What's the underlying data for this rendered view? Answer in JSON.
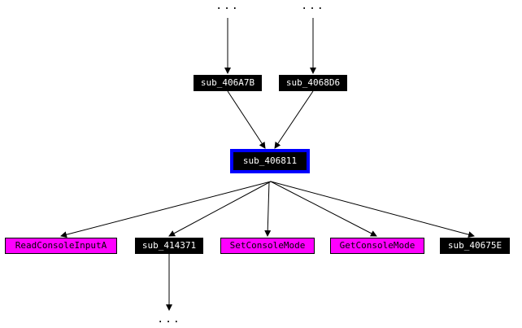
{
  "graph": {
    "current_node": "sub_406811",
    "callers": [
      {
        "id": "sub_406A7B",
        "label": "sub_406A7B",
        "kind": "function"
      },
      {
        "id": "sub_4068D6",
        "label": "sub_4068D6",
        "kind": "function"
      }
    ],
    "callees": [
      {
        "id": "ReadConsoleInputA",
        "label": "ReadConsoleInputA",
        "kind": "import"
      },
      {
        "id": "sub_414371",
        "label": "sub_414371",
        "kind": "function"
      },
      {
        "id": "SetConsoleMode",
        "label": "SetConsoleMode",
        "kind": "import"
      },
      {
        "id": "GetConsoleMode",
        "label": "GetConsoleMode",
        "kind": "import"
      },
      {
        "id": "sub_40675E",
        "label": "sub_40675E",
        "kind": "function"
      }
    ],
    "ellipsis": "...",
    "colors": {
      "function_bg": "#000000",
      "function_text": "#ffffff",
      "import_bg": "#ff00ff",
      "import_text": "#000000",
      "current_border": "#0000ff",
      "edge": "#000000"
    }
  }
}
